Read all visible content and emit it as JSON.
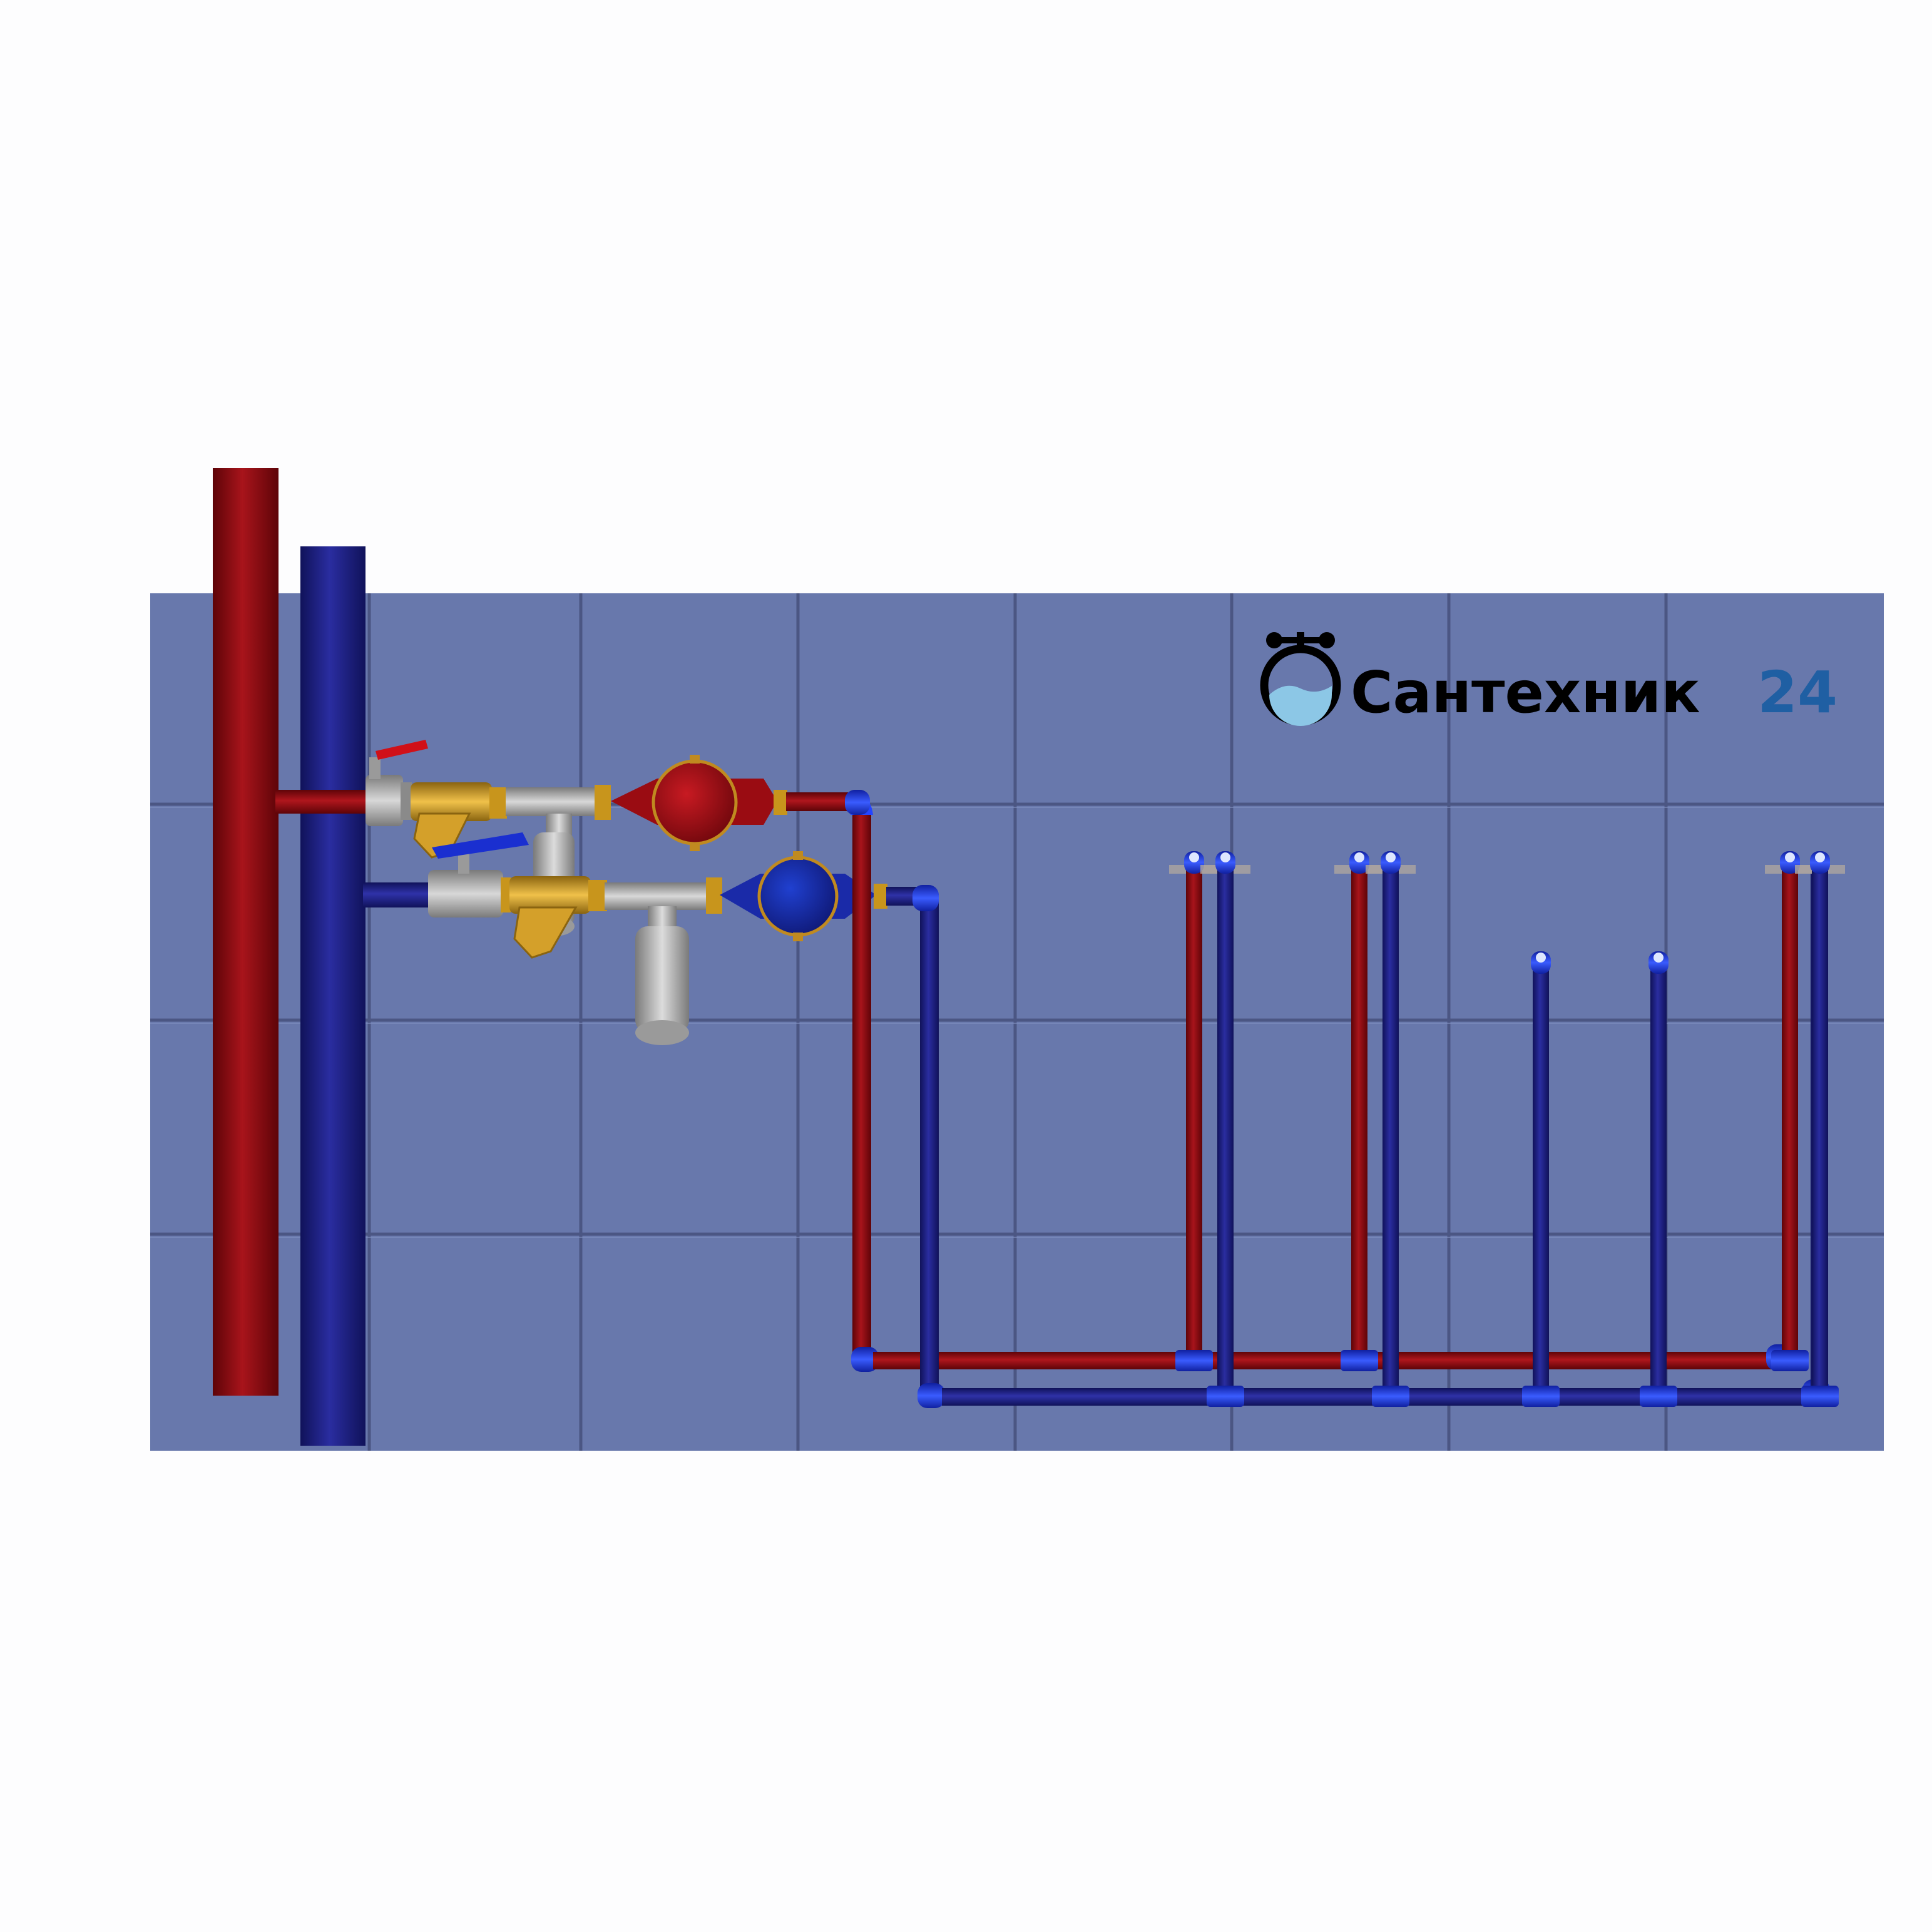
{
  "logo": {
    "word": "Сантехник",
    "number": "24",
    "word_color": "#000000",
    "number_color": "#1f5fa3",
    "icon": "water-tank-valve-icon"
  },
  "colors": {
    "wall": "#6878ac",
    "tile_joint": "#4e5a86",
    "hot_pipe": "#8b0a0f",
    "cold_pipe": "#1c1e80",
    "fitting_blue": "#1f3fe0",
    "brass": "#d4a02a",
    "steel": "#b3b3b3",
    "background": "#fdfdfe"
  },
  "risers": [
    {
      "name": "hot-riser",
      "type": "hot"
    },
    {
      "name": "cold-riser",
      "type": "cold"
    }
  ],
  "meters": [
    {
      "name": "hot-water-meter",
      "type": "hot"
    },
    {
      "name": "cold-water-meter",
      "type": "cold"
    }
  ],
  "outlets": [
    {
      "name": "outlet-1",
      "types": [
        "hot",
        "cold"
      ]
    },
    {
      "name": "outlet-2",
      "types": [
        "hot",
        "cold"
      ]
    },
    {
      "name": "outlet-3",
      "types": [
        "cold"
      ]
    },
    {
      "name": "outlet-4",
      "types": [
        "cold"
      ]
    },
    {
      "name": "outlet-5",
      "types": [
        "hot",
        "cold"
      ]
    }
  ]
}
